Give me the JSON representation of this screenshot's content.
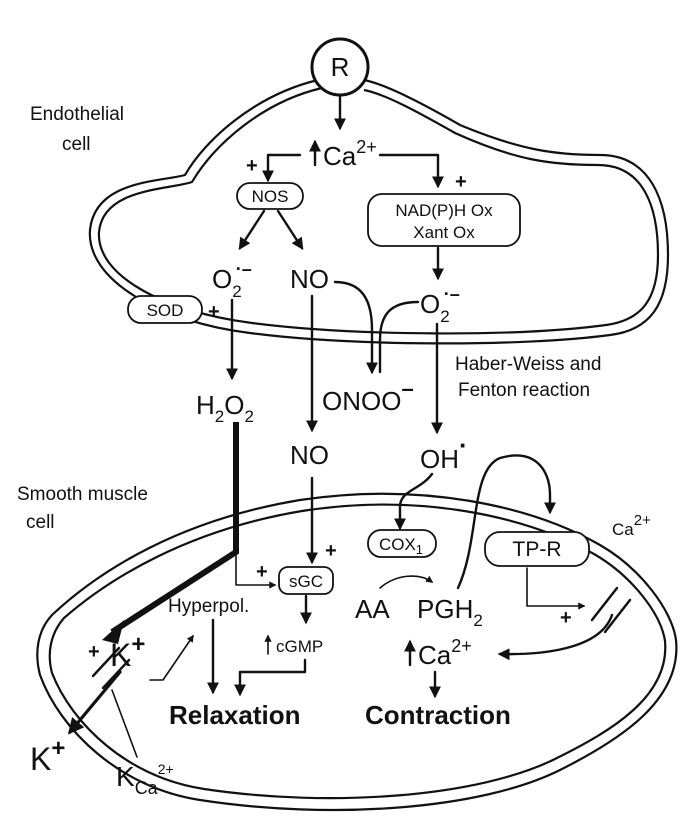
{
  "labels": {
    "endothelial_1": "Endothelial",
    "endothelial_2": "cell",
    "smooth_1": "Smooth muscle",
    "smooth_2": "cell",
    "receptor": "R",
    "ca_endo": "Ca",
    "ca_endo_charge": "2+",
    "nos": "NOS",
    "nadph_1": "NAD(P)H Ox",
    "nadph_2": "Xant Ox",
    "o2_left": "O",
    "o2_left_sub": "2",
    "o2_left_charge": "·–",
    "no_top": "NO",
    "o2_right": "O",
    "o2_right_sub": "2",
    "o2_right_charge": "·–",
    "sod": "SOD",
    "h2o2_a": "H",
    "h2o2_sub1": "2",
    "h2o2_b": "O",
    "h2o2_sub2": "2",
    "onoo": "ONOO",
    "onoo_charge": "–",
    "haber_1": "Haber-Weiss and",
    "haber_2": "Fenton reaction",
    "no_mid": "NO",
    "oh": "OH",
    "oh_dot": "·",
    "cox": "COX",
    "cox_sub": "1",
    "tpr": "TP-R",
    "ca_out": "Ca",
    "ca_out_charge": "2+",
    "sgc": "sGC",
    "hyperpol": "Hyperpol.",
    "aa": "AA",
    "pgh": "PGH",
    "pgh_sub": "2",
    "kplus_in": "K",
    "kplus_in_charge": "+",
    "cgmp": "cGMP",
    "ca_smc": "Ca",
    "ca_smc_charge": "2+",
    "relaxation": "Relaxation",
    "contraction": "Contraction",
    "kplus_out": "K",
    "kplus_out_charge": "+",
    "kca": "K",
    "kca_sub": "Ca",
    "kca_sup": "2+",
    "plus": "+",
    "minus": "–"
  }
}
